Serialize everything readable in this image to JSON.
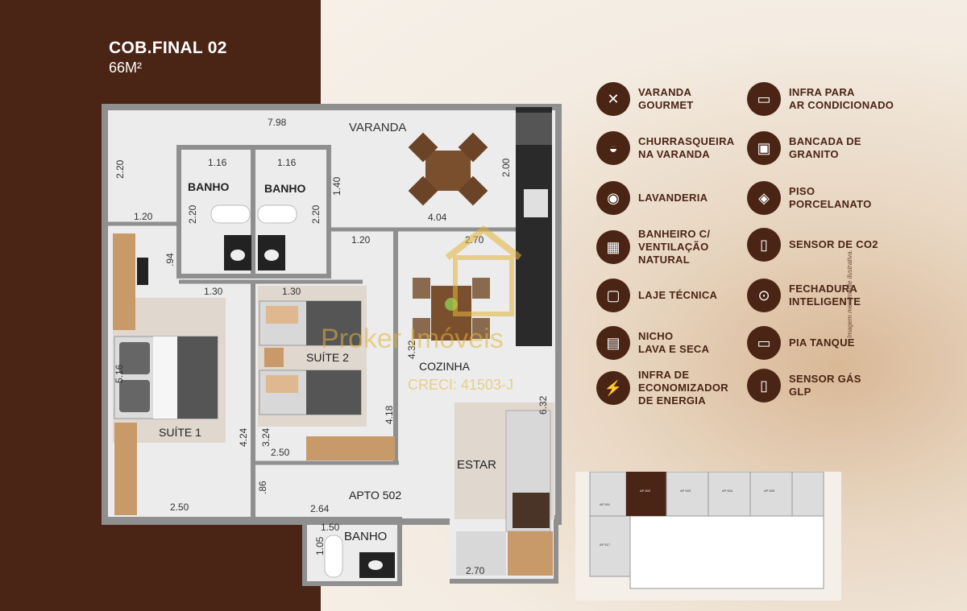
{
  "unit": {
    "title": "COB.FINAL 02",
    "area": "66M²"
  },
  "plan": {
    "rooms": {
      "varanda": "VARANDA",
      "banho_1": "BANHO",
      "banho_2": "BANHO",
      "banho_3": "BANHO",
      "suite_1": "SUÍTE 1",
      "suite_2": "SUÍTE 2",
      "cozinha": "COZINHA",
      "estar": "ESTAR",
      "apto": "APTO 502"
    },
    "dimensions": {
      "d_798": "7.98",
      "d_220a": "2.20",
      "d_116a": "1.16",
      "d_116b": "1.16",
      "d_140": "1.40",
      "d_200": "2.00",
      "d_120a": "1.20",
      "d_220b": "2.20",
      "d_220c": "2.20",
      "d_404": "4.04",
      "d_120b": "1.20",
      "d_270a": "2.70",
      "d_94": ".94",
      "d_130a": "1.30",
      "d_130b": "1.30",
      "d_516": "5.16",
      "d_432": "4.32",
      "d_632": "6.32",
      "d_424": "4.24",
      "d_324": "3.24",
      "d_418": "4.18",
      "d_250a": "2.50",
      "d_86": ".86",
      "d_250b": "2.50",
      "d_264": "2.64",
      "d_150": "1.50",
      "d_105": "1.05",
      "d_270b": "2.70"
    },
    "watermark": {
      "name": "Proker Imóveis",
      "creci": "CRECI: 41503-J"
    }
  },
  "features": [
    {
      "icon": "utensils-icon",
      "label": "VARANDA\nGOURMET"
    },
    {
      "icon": "air-conditioner-icon",
      "label": "INFRA PARA\nAR CONDICIONADO"
    },
    {
      "icon": "grill-icon",
      "label": "CHURRASQUEIRA\nNA VARANDA"
    },
    {
      "icon": "countertop-icon",
      "label": "BANCADA DE\nGRANITO"
    },
    {
      "icon": "washing-machine-icon",
      "label": "LAVANDERIA"
    },
    {
      "icon": "tiles-icon",
      "label": "PISO\nPORCELANATO"
    },
    {
      "icon": "window-icon",
      "label": "BANHEIRO C/\nVENTILAÇÃO\nNATURAL"
    },
    {
      "icon": "co2-sensor-icon",
      "label": "SENSOR DE CO2"
    },
    {
      "icon": "slab-icon",
      "label": "LAJE TÉCNICA"
    },
    {
      "icon": "smart-lock-icon",
      "label": "FECHADURA\nINTELIGENTE"
    },
    {
      "icon": "laundry-niche-icon",
      "label": "NICHO\nLAVA E SECA"
    },
    {
      "icon": "sink-icon",
      "label": "PIA TANQUE"
    },
    {
      "icon": "energy-saver-icon",
      "label": "INFRA DE\nECONOMIZADOR\nDE ENERGIA"
    },
    {
      "icon": "gas-sensor-icon",
      "label": "SENSOR GÁS\nGLP"
    }
  ],
  "note": "Imagem meramente ilustrativa.",
  "key_plan": {
    "units": [
      "AP 501",
      "AP 502",
      "AP 503",
      "AP 504",
      "AP 505",
      "AP 517"
    ],
    "highlighted": "AP 502"
  },
  "colors": {
    "brand_brown": "#4a2415",
    "wall": "#8f8f8f",
    "floor": "#ececec",
    "watermark_gold": "#e2b53a"
  }
}
